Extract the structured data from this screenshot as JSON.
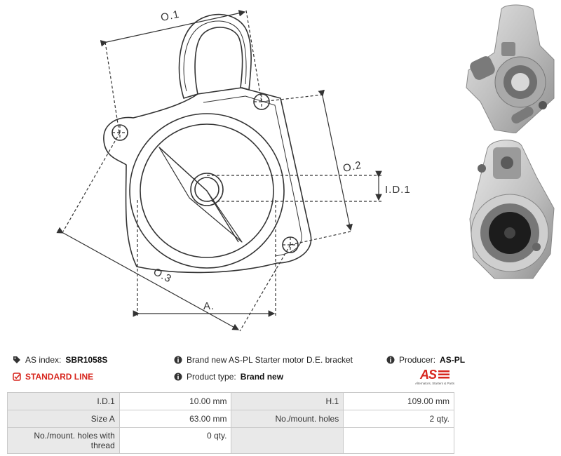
{
  "drawing": {
    "labels": {
      "o1": "O.1",
      "o2": "O.2",
      "o3": "O.3",
      "id1": "I.D.1",
      "a": "A."
    }
  },
  "info": {
    "as_index_label": "AS index:",
    "as_index_value": "SBR1058S",
    "line": "STANDARD LINE",
    "description": "Brand new AS-PL Starter motor D.E. bracket",
    "product_type_label": "Product type:",
    "product_type_value": "Brand new",
    "producer_label": "Producer:",
    "producer_value": "AS-PL"
  },
  "logo": {
    "mark": "AS",
    "tagline": "Alternators, Starters & Parts"
  },
  "specs": {
    "rows": [
      {
        "k1": "I.D.1",
        "v1": "10.00 mm",
        "k2": "H.1",
        "v2": "109.00 mm"
      },
      {
        "k1": "Size A",
        "v1": "63.00 mm",
        "k2": "No./mount. holes",
        "v2": "2 qty."
      },
      {
        "k1": "No./mount. holes with thread",
        "v1": "0 qty.",
        "k2": "",
        "v2": ""
      }
    ]
  },
  "colors": {
    "accent": "#d7261e",
    "key_bg": "#e9e9e9",
    "border": "#c9c9c9"
  },
  "icons": {
    "tag": "tag-icon",
    "info": "info-circle-icon",
    "check": "checkbox-icon"
  }
}
